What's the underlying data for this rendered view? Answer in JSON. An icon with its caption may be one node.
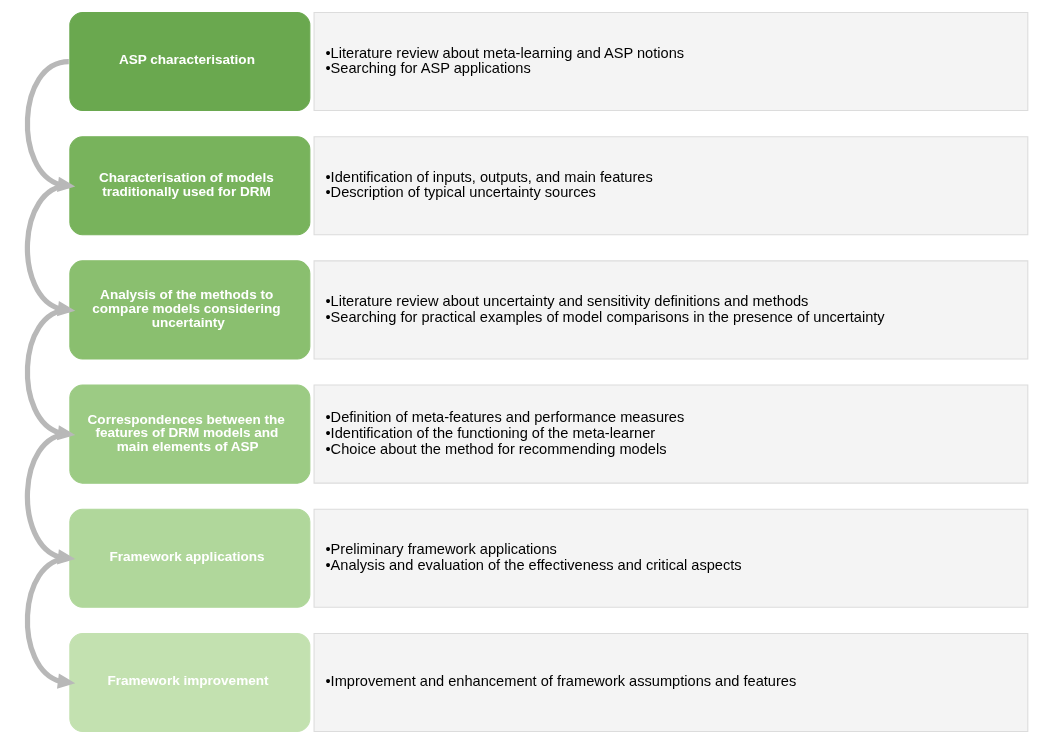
{
  "diagram": {
    "nodes": [
      {
        "text": [
          "ASP characterisation"
        ]
      },
      {
        "text": [
          "•Literature review about meta-learning and ASP notions",
          "•Searching for ASP applications"
        ]
      },
      {
        "text": [
          "Characterisation of models traditionally used for DRM"
        ]
      },
      {
        "text": [
          "•Identification of inputs, outputs, and main features",
          "•Description of typical uncertainty sources"
        ]
      },
      {
        "text": [
          "Analysis of the methods to compare models considering uncertainty"
        ]
      },
      {
        "text": [
          "•Literature review about uncertainty and sensitivity definitions and methods",
          "•Searching for practical examples of model comparisons in the presence of uncertainty"
        ]
      },
      {
        "text": [
          "Correspondences between the features of DRM models and main elements of ASP"
        ]
      },
      {
        "text": [
          "•Definition of meta-features and performance measures",
          "•Identification of the functioning of the meta-learner",
          "•Choice about the method for recommending models"
        ]
      },
      {
        "text": [
          "Framework applications"
        ]
      },
      {
        "text": [
          "•Preliminary framework applications",
          "•Analysis and evaluation of the effectiveness and critical aspects"
        ]
      },
      {
        "text": [
          "Framework improvement"
        ]
      },
      {
        "text": [
          "•Improvement and enhancement of framework assumptions and features"
        ]
      }
    ],
    "edges": [
      {
        "from": 0,
        "to": 2,
        "arrow": "to"
      },
      {
        "from": 2,
        "to": 4,
        "arrow": "to"
      },
      {
        "from": 4,
        "to": 6,
        "arrow": "to"
      },
      {
        "from": 6,
        "to": 8,
        "arrow": "to"
      },
      {
        "from": 8,
        "to": 10,
        "arrow": "to"
      }
    ]
  }
}
